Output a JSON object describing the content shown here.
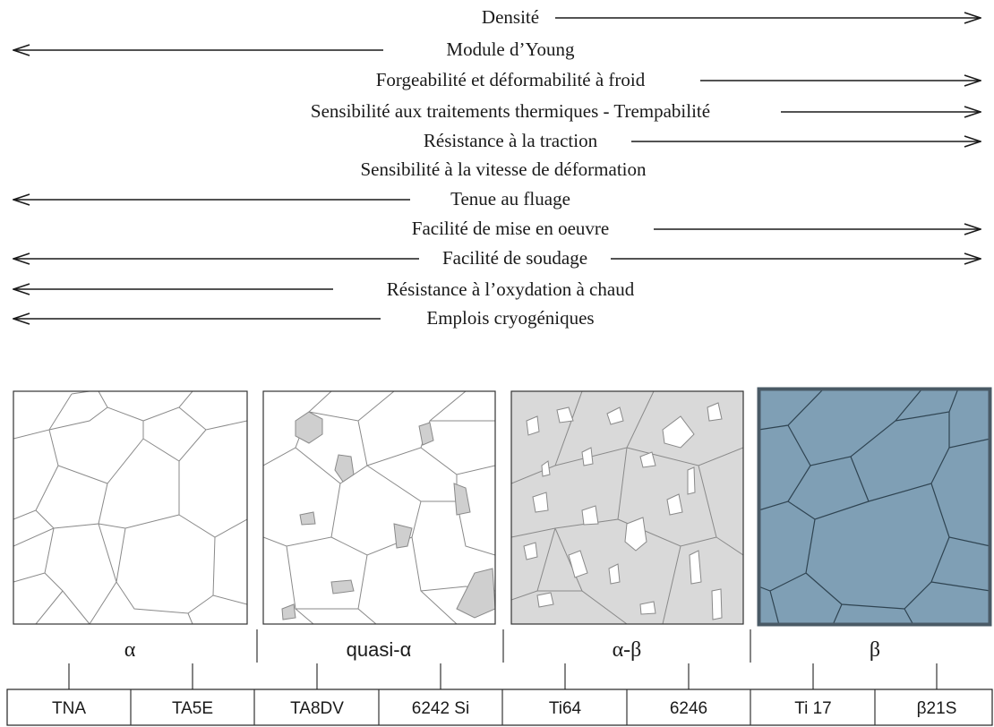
{
  "properties": [
    {
      "label": "Densité",
      "direction": "right"
    },
    {
      "label": "Module d’Young",
      "direction": "left"
    },
    {
      "label": "Forgeabilité et déformabilité à froid",
      "direction": "right"
    },
    {
      "label": "Sensibilité aux traitements thermiques - Trempabilité",
      "direction": "right"
    },
    {
      "label": "Résistance à la traction",
      "direction": "right"
    },
    {
      "label": "Sensibilité à la vitesse de déformation",
      "direction": "none"
    },
    {
      "label": "Tenue au fluage",
      "direction": "left"
    },
    {
      "label": "Facilité de mise en oeuvre",
      "direction": "right"
    },
    {
      "label": "Facilité de soudage",
      "direction": "both"
    },
    {
      "label": "Résistance à l’oxydation à chaud",
      "direction": "left"
    },
    {
      "label": "Emplois cryogéniques",
      "direction": "left"
    }
  ],
  "families": [
    "α",
    "quasi-α",
    "α-β",
    "β"
  ],
  "alloys": [
    "TNA",
    "TA5E",
    "TA8DV",
    "6242 Si",
    "Ti64",
    "6246",
    "Ti 17",
    "β21S"
  ],
  "colors": {
    "text": "#1a1a1a",
    "alpha_phase": "#ffffff",
    "second_phase": "#d4d4d4",
    "alpha_beta_matrix": "#d9d9d9",
    "beta_phase": "#7f9fb5",
    "beta_frame": "#4a5a66"
  }
}
